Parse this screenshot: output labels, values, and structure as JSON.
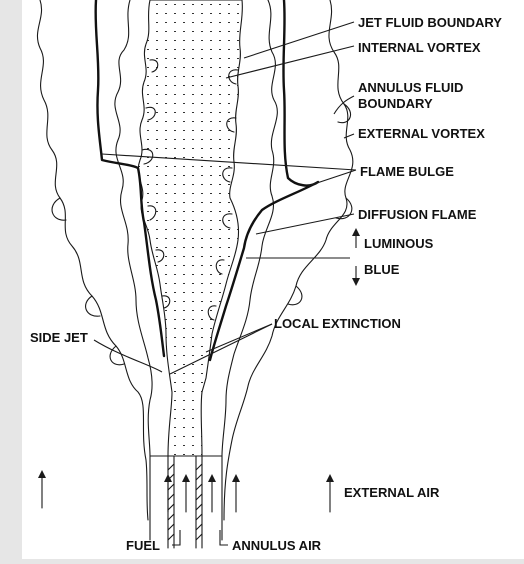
{
  "labels": {
    "jet_fluid_boundary": "JET FLUID BOUNDARY",
    "internal_vortex": "INTERNAL VORTEX",
    "annulus_fluid_boundary_l1": "ANNULUS FLUID",
    "annulus_fluid_boundary_l2": "BOUNDARY",
    "external_vortex": "EXTERNAL VORTEX",
    "flame_bulge": "FLAME BULGE",
    "diffusion_flame": "DIFFUSION FLAME",
    "luminous": "LUMINOUS",
    "blue": "BLUE",
    "local_extinction": "LOCAL EXTINCTION",
    "side_jet": "SIDE JET",
    "external_air": "EXTERNAL AIR",
    "fuel": "FUEL",
    "annulus_air": "ANNULUS AIR"
  },
  "colors": {
    "background": "#e6e6e6",
    "ink": "#111111",
    "panel": "#ffffff"
  }
}
